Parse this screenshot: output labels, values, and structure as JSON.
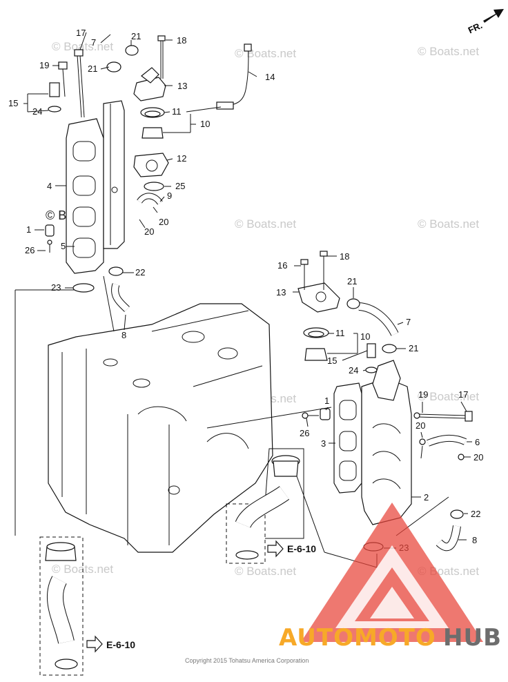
{
  "direction_label": "FR.",
  "watermark": "© Boats.net",
  "copyright": "Copyright 2015 Tohatsu America Corporation",
  "brand": {
    "part1": "AUTOMOTO",
    "part2": "HUB",
    "color1": "#f7a928",
    "color2": "#6d6d6d",
    "logo_color": "#e8443a"
  },
  "refs": {
    "ref_a": "E-6-10",
    "ref_b": "E-6-10"
  },
  "callouts": {
    "c1a": "1",
    "c2": "2",
    "c3": "3",
    "c4": "4",
    "c5": "5",
    "c6": "6",
    "c7a": "7",
    "c7b": "7",
    "c8a": "8",
    "c8b": "8",
    "c9": "9",
    "c10a": "10",
    "c10b": "10",
    "c11a": "11",
    "c11b": "11",
    "c12": "12",
    "c13a": "13",
    "c13b": "13",
    "c14": "14",
    "c15a": "15",
    "c15b": "15",
    "c16": "16",
    "c17a": "17",
    "c17b": "17",
    "c18a": "18",
    "c18b": "18",
    "c19a": "19",
    "c19b": "19",
    "c20a": "20",
    "c20b": "20",
    "c20c": "20",
    "c20d": "20",
    "c21a": "21",
    "c21b": "21",
    "c21c": "21",
    "c21d": "21",
    "c22a": "22",
    "c22b": "22",
    "c23a": "23",
    "c23b": "23",
    "c24a": "24",
    "c24b": "24",
    "c25": "25",
    "c26a": "26",
    "c26b": "26",
    "c1b": "1"
  }
}
